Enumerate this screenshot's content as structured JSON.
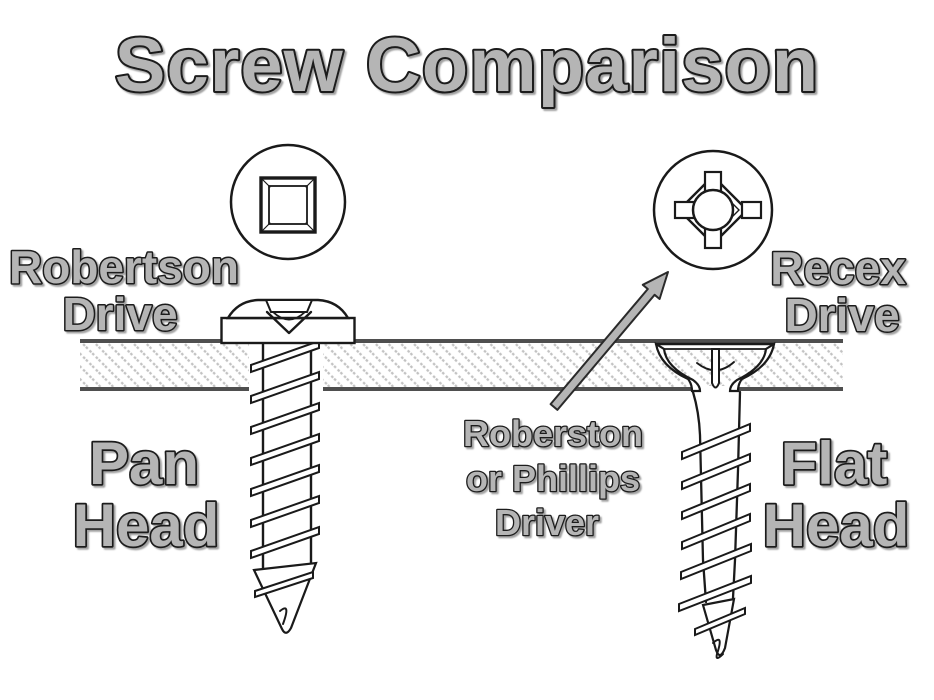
{
  "title": "Screw Comparison",
  "left_screw": {
    "drive_label_line1": "Robertson",
    "drive_label_line2": "Drive",
    "head_label_line1": "Pan",
    "head_label_line2": "Head"
  },
  "right_screw": {
    "drive_label_line1": "Recex",
    "drive_label_line2": "Drive",
    "head_label_line1": "Flat",
    "head_label_line2": "Head"
  },
  "annotation": {
    "line1": "Roberston",
    "line2": "or Phillips",
    "line3": "Driver"
  },
  "colors": {
    "background": "#ffffff",
    "label_fill": "#b5b5b5",
    "label_outline": "#1a1a1a",
    "line_art": "#1a1a1a",
    "board_edge": "#4f4f4f",
    "hatch": "#c2c2c2",
    "arrow_fill": "#b5b5b5"
  }
}
